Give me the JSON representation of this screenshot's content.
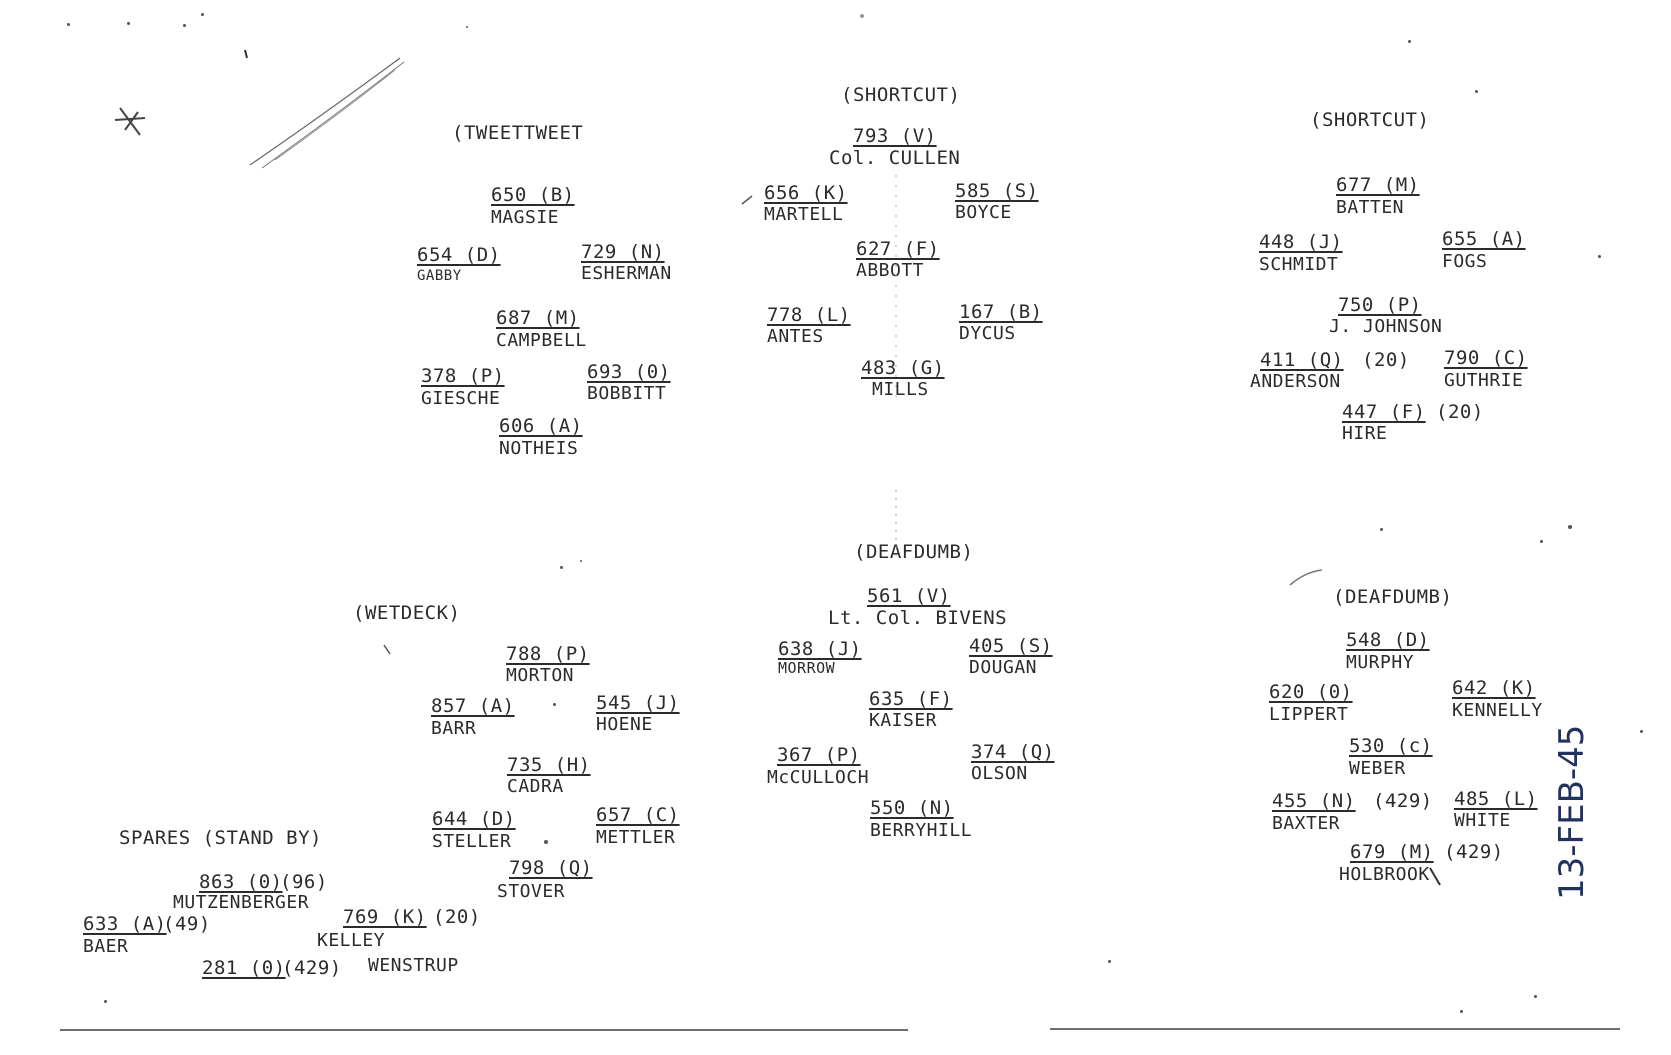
{
  "groups": {
    "tweettweet": {
      "header": "(TWEETTWEET",
      "entries": [
        {
          "num": "650 (B)",
          "name": "MAGSIE"
        },
        {
          "num": "654 (D)",
          "name": "GABBY"
        },
        {
          "num": "729 (N)",
          "name": "ESHERMAN"
        },
        {
          "num": "687 (M)",
          "name": "CAMPBELL"
        },
        {
          "num": "378 (P)",
          "name": "GIESCHE"
        },
        {
          "num": "693 (0)",
          "name": "BOBBITT"
        },
        {
          "num": "606 (A)",
          "name": "NOTHEIS"
        }
      ]
    },
    "shortcut1": {
      "header": "(SHORTCUT)",
      "leader_num": "793 (V)",
      "leader_name": "Col. CULLEN",
      "entries": [
        {
          "num": "656 (K)",
          "name": "MARTELL"
        },
        {
          "num": "585 (S)",
          "name": "BOYCE"
        },
        {
          "num": "627 (F)",
          "name": "ABBOTT"
        },
        {
          "num": "778 (L)",
          "name": "ANTES"
        },
        {
          "num": "167 (B)",
          "name": "DYCUS"
        },
        {
          "num": "483 (G)",
          "name": "MILLS"
        }
      ]
    },
    "shortcut2": {
      "header": "(SHORTCUT)",
      "entries": [
        {
          "num": "677 (M)",
          "name": "BATTEN"
        },
        {
          "num": "448 (J)",
          "name": "SCHMIDT"
        },
        {
          "num": "655 (A)",
          "name": "FOGS"
        },
        {
          "num": "750 (P)",
          "name": "J. JOHNSON"
        },
        {
          "num": "411 (Q)",
          "suffix": "(20)",
          "name": "ANDERSON"
        },
        {
          "num": "790 (C)",
          "name": "GUTHRIE"
        },
        {
          "num": "447 (F)",
          "suffix": "(20)",
          "name": "HIRE"
        }
      ]
    },
    "wetdeck": {
      "header": "(WETDECK)",
      "entries": [
        {
          "num": "788 (P)",
          "name": "MORTON"
        },
        {
          "num": "857 (A)",
          "name": "BARR"
        },
        {
          "num": "545 (J)",
          "name": "HOENE"
        },
        {
          "num": "735 (H)",
          "name": "CADRA"
        },
        {
          "num": "644 (D)",
          "name": "STELLER"
        },
        {
          "num": "657 (C)",
          "name": "METTLER"
        },
        {
          "num": "798 (Q)",
          "name": "STOVER"
        }
      ]
    },
    "deafdumb1": {
      "header": "(DEAFDUMB)",
      "leader_num": "561 (V)",
      "leader_name": "Lt. Col. BIVENS",
      "entries": [
        {
          "num": "638 (J)",
          "name": "MORROW"
        },
        {
          "num": "405 (S)",
          "name": "DOUGAN"
        },
        {
          "num": "635 (F)",
          "name": "KAISER"
        },
        {
          "num": "367 (P)",
          "name": "McCULLOCH"
        },
        {
          "num": "374 (Q)",
          "name": "OLSON"
        },
        {
          "num": "550 (N)",
          "name": "BERRYHILL"
        }
      ]
    },
    "deafdumb2": {
      "header": "(DEAFDUMB)",
      "entries": [
        {
          "num": "548 (D)",
          "name": "MURPHY"
        },
        {
          "num": "620 (0)",
          "name": "LIPPERT"
        },
        {
          "num": "642 (K)",
          "name": "KENNELLY"
        },
        {
          "num": "530 (c)",
          "name": "WEBER"
        },
        {
          "num": "455 (N)",
          "suffix": "(429)",
          "name": "BAXTER"
        },
        {
          "num": "485 (L)",
          "name": "WHITE"
        },
        {
          "num": "679 (M)",
          "suffix": "(429)",
          "name": "HOLBROOK"
        }
      ]
    },
    "spares": {
      "header": "SPARES (STAND BY)",
      "entries": [
        {
          "num": "863 (0)",
          "suffix": "(96)",
          "name": "MUTZENBERGER"
        },
        {
          "num": "633 (A)",
          "suffix": "(49)",
          "name": "BAER"
        },
        {
          "num": "769 (K)",
          "suffix": "(20)",
          "name": "KELLEY"
        },
        {
          "num": "281 (0)",
          "suffix": "(429)",
          "name": "WENSTRUP"
        }
      ]
    }
  },
  "handwritten_date": "13-FEB-45"
}
